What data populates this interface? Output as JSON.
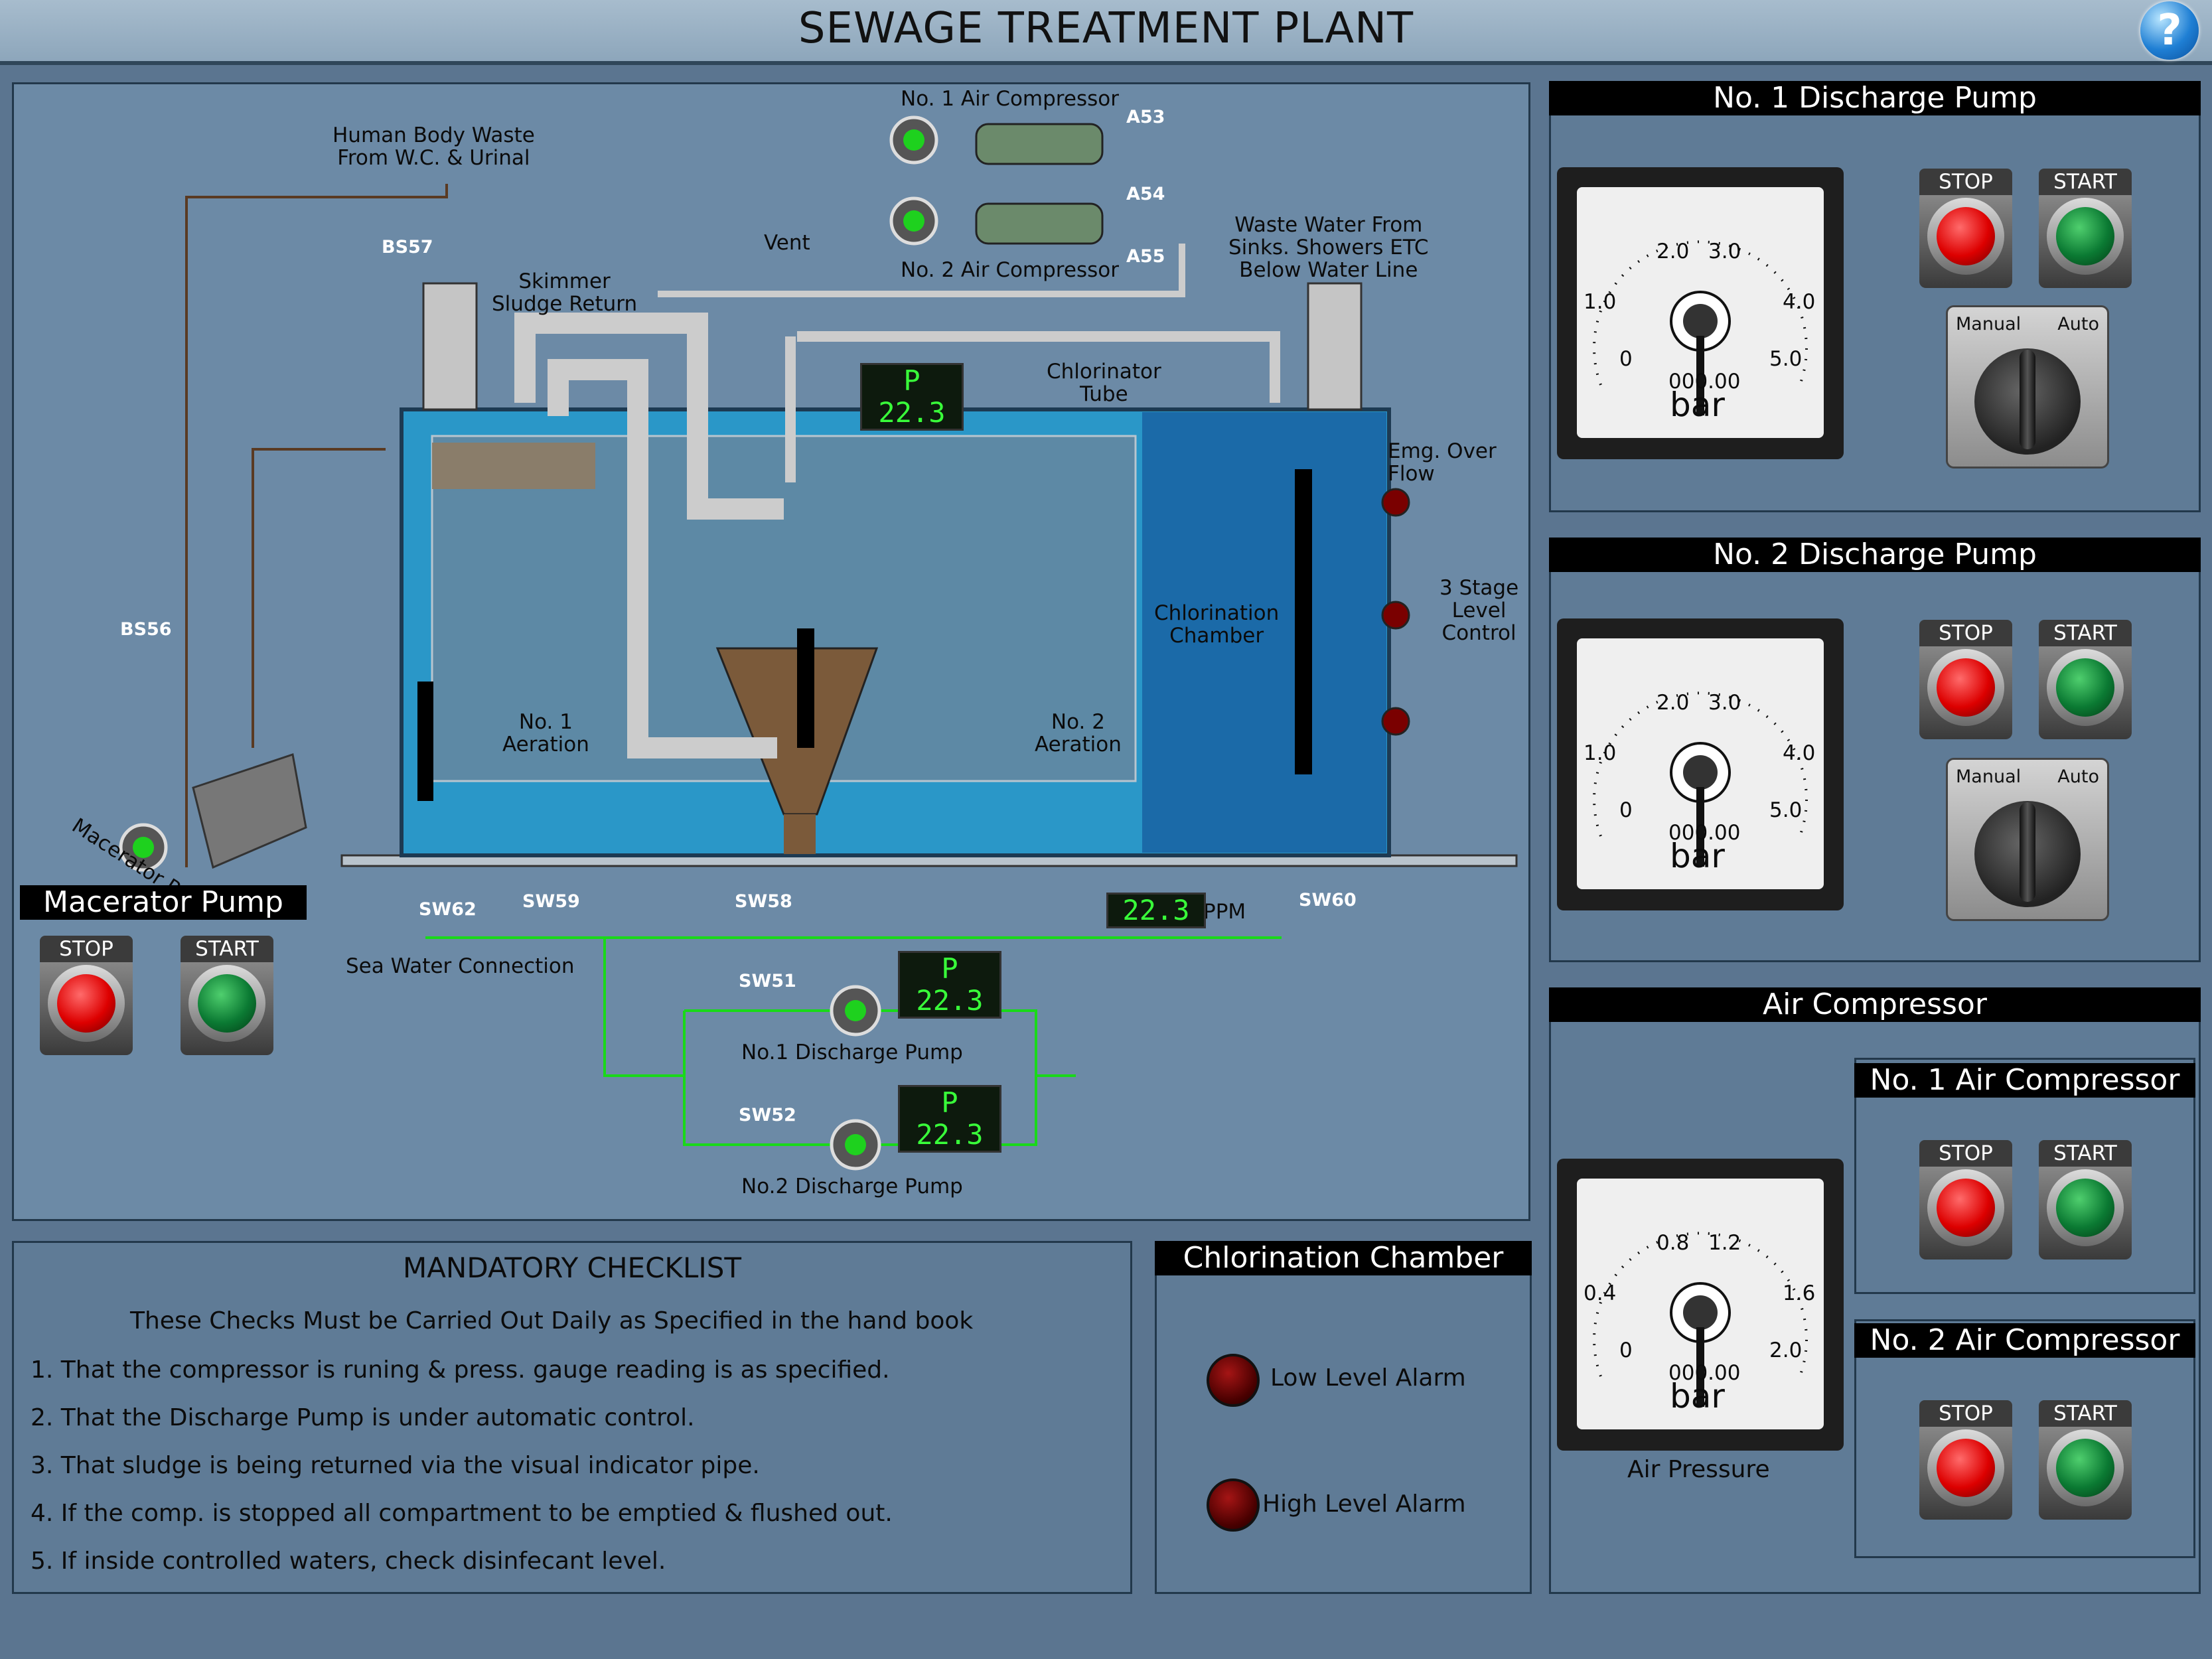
{
  "header": {
    "title": "SEWAGE TREATMENT PLANT",
    "help_icon": "help-icon"
  },
  "schematic": {
    "labels": {
      "human_waste": "Human Body Waste\nFrom W.C. & Urinal",
      "no1_air_comp": "No. 1 Air Compressor",
      "no2_air_comp": "No. 2 Air Compressor",
      "waste_water": "Waste Water From\nSinks. Showers ETC\nBelow Water Line",
      "skimmer": "Skimmer\nSludge Return",
      "vent": "Vent",
      "chlorinator_tube": "Chlorinator\nTube",
      "emg_overflow": "Emg. Over\nFlow",
      "stage_level": "3 Stage\nLevel\nControl",
      "chlorination_chamber": "Chlorination\nChamber",
      "no1_aeration": "No. 1\nAeration",
      "no2_aeration": "No. 2\nAeration",
      "macerator_pump": "Macerator Pump",
      "sea_water": "Sea Water Connection",
      "no1_discharge": "No.1 Discharge Pump",
      "no2_discharge": "No.2 Discharge Pump",
      "ppm": "PPM"
    },
    "valves": {
      "a53": "A53",
      "a54": "A54",
      "a55": "A55",
      "bs57": "BS57",
      "bs56": "BS56",
      "sw62": "SW62",
      "sw59": "SW59",
      "sw58": "SW58",
      "sw60": "SW60",
      "sw51": "SW51",
      "sw52": "SW52"
    },
    "displays": {
      "tank_pressure": "P 22.3",
      "ppm_value": "22.3",
      "pump1_pressure": "P 22.3",
      "pump2_pressure": "P 22.3"
    }
  },
  "macerator": {
    "title": "Macerator Pump",
    "stop": "STOP",
    "start": "START"
  },
  "discharge_pump_1": {
    "title": "No. 1 Discharge Pump",
    "stop": "STOP",
    "start": "START",
    "manual": "Manual",
    "auto": "Auto",
    "gauge": {
      "ticks": [
        "0",
        "1.0",
        "2.0",
        "3.0",
        "4.0",
        "5.0"
      ],
      "unit": "bar",
      "reading": "000.00"
    }
  },
  "discharge_pump_2": {
    "title": "No. 2 Discharge Pump",
    "stop": "STOP",
    "start": "START",
    "manual": "Manual",
    "auto": "Auto",
    "gauge": {
      "ticks": [
        "0",
        "1.0",
        "2.0",
        "3.0",
        "4.0",
        "5.0"
      ],
      "unit": "bar",
      "reading": "000.00"
    }
  },
  "air_compressor": {
    "title": "Air Compressor",
    "pressure_label": "Air Pressure",
    "gauge": {
      "ticks": [
        "0",
        "0.4",
        "0.8",
        "1.2",
        "1.6",
        "2.0"
      ],
      "unit": "bar",
      "reading": "000.00"
    },
    "no1": {
      "title": "No. 1 Air Compressor",
      "stop": "STOP",
      "start": "START"
    },
    "no2": {
      "title": "No. 2 Air Compressor",
      "stop": "STOP",
      "start": "START"
    }
  },
  "checklist": {
    "title": "MANDATORY CHECKLIST",
    "subtitle": "These Checks Must be Carried Out Daily as Specified in the hand book",
    "items": [
      "1. That the compressor is runing & press. gauge reading is as specified.",
      "2. That the Discharge Pump is under automatic control.",
      "3. That sludge is being returned via the visual indicator pipe.",
      "4. If the comp. is stopped all compartment to be emptied & flushed out.",
      "5. If inside controlled waters, check disinfecant level."
    ]
  },
  "chlorination": {
    "title": "Chlorination Chamber",
    "low": "Low Level Alarm",
    "high": "High Level Alarm"
  }
}
